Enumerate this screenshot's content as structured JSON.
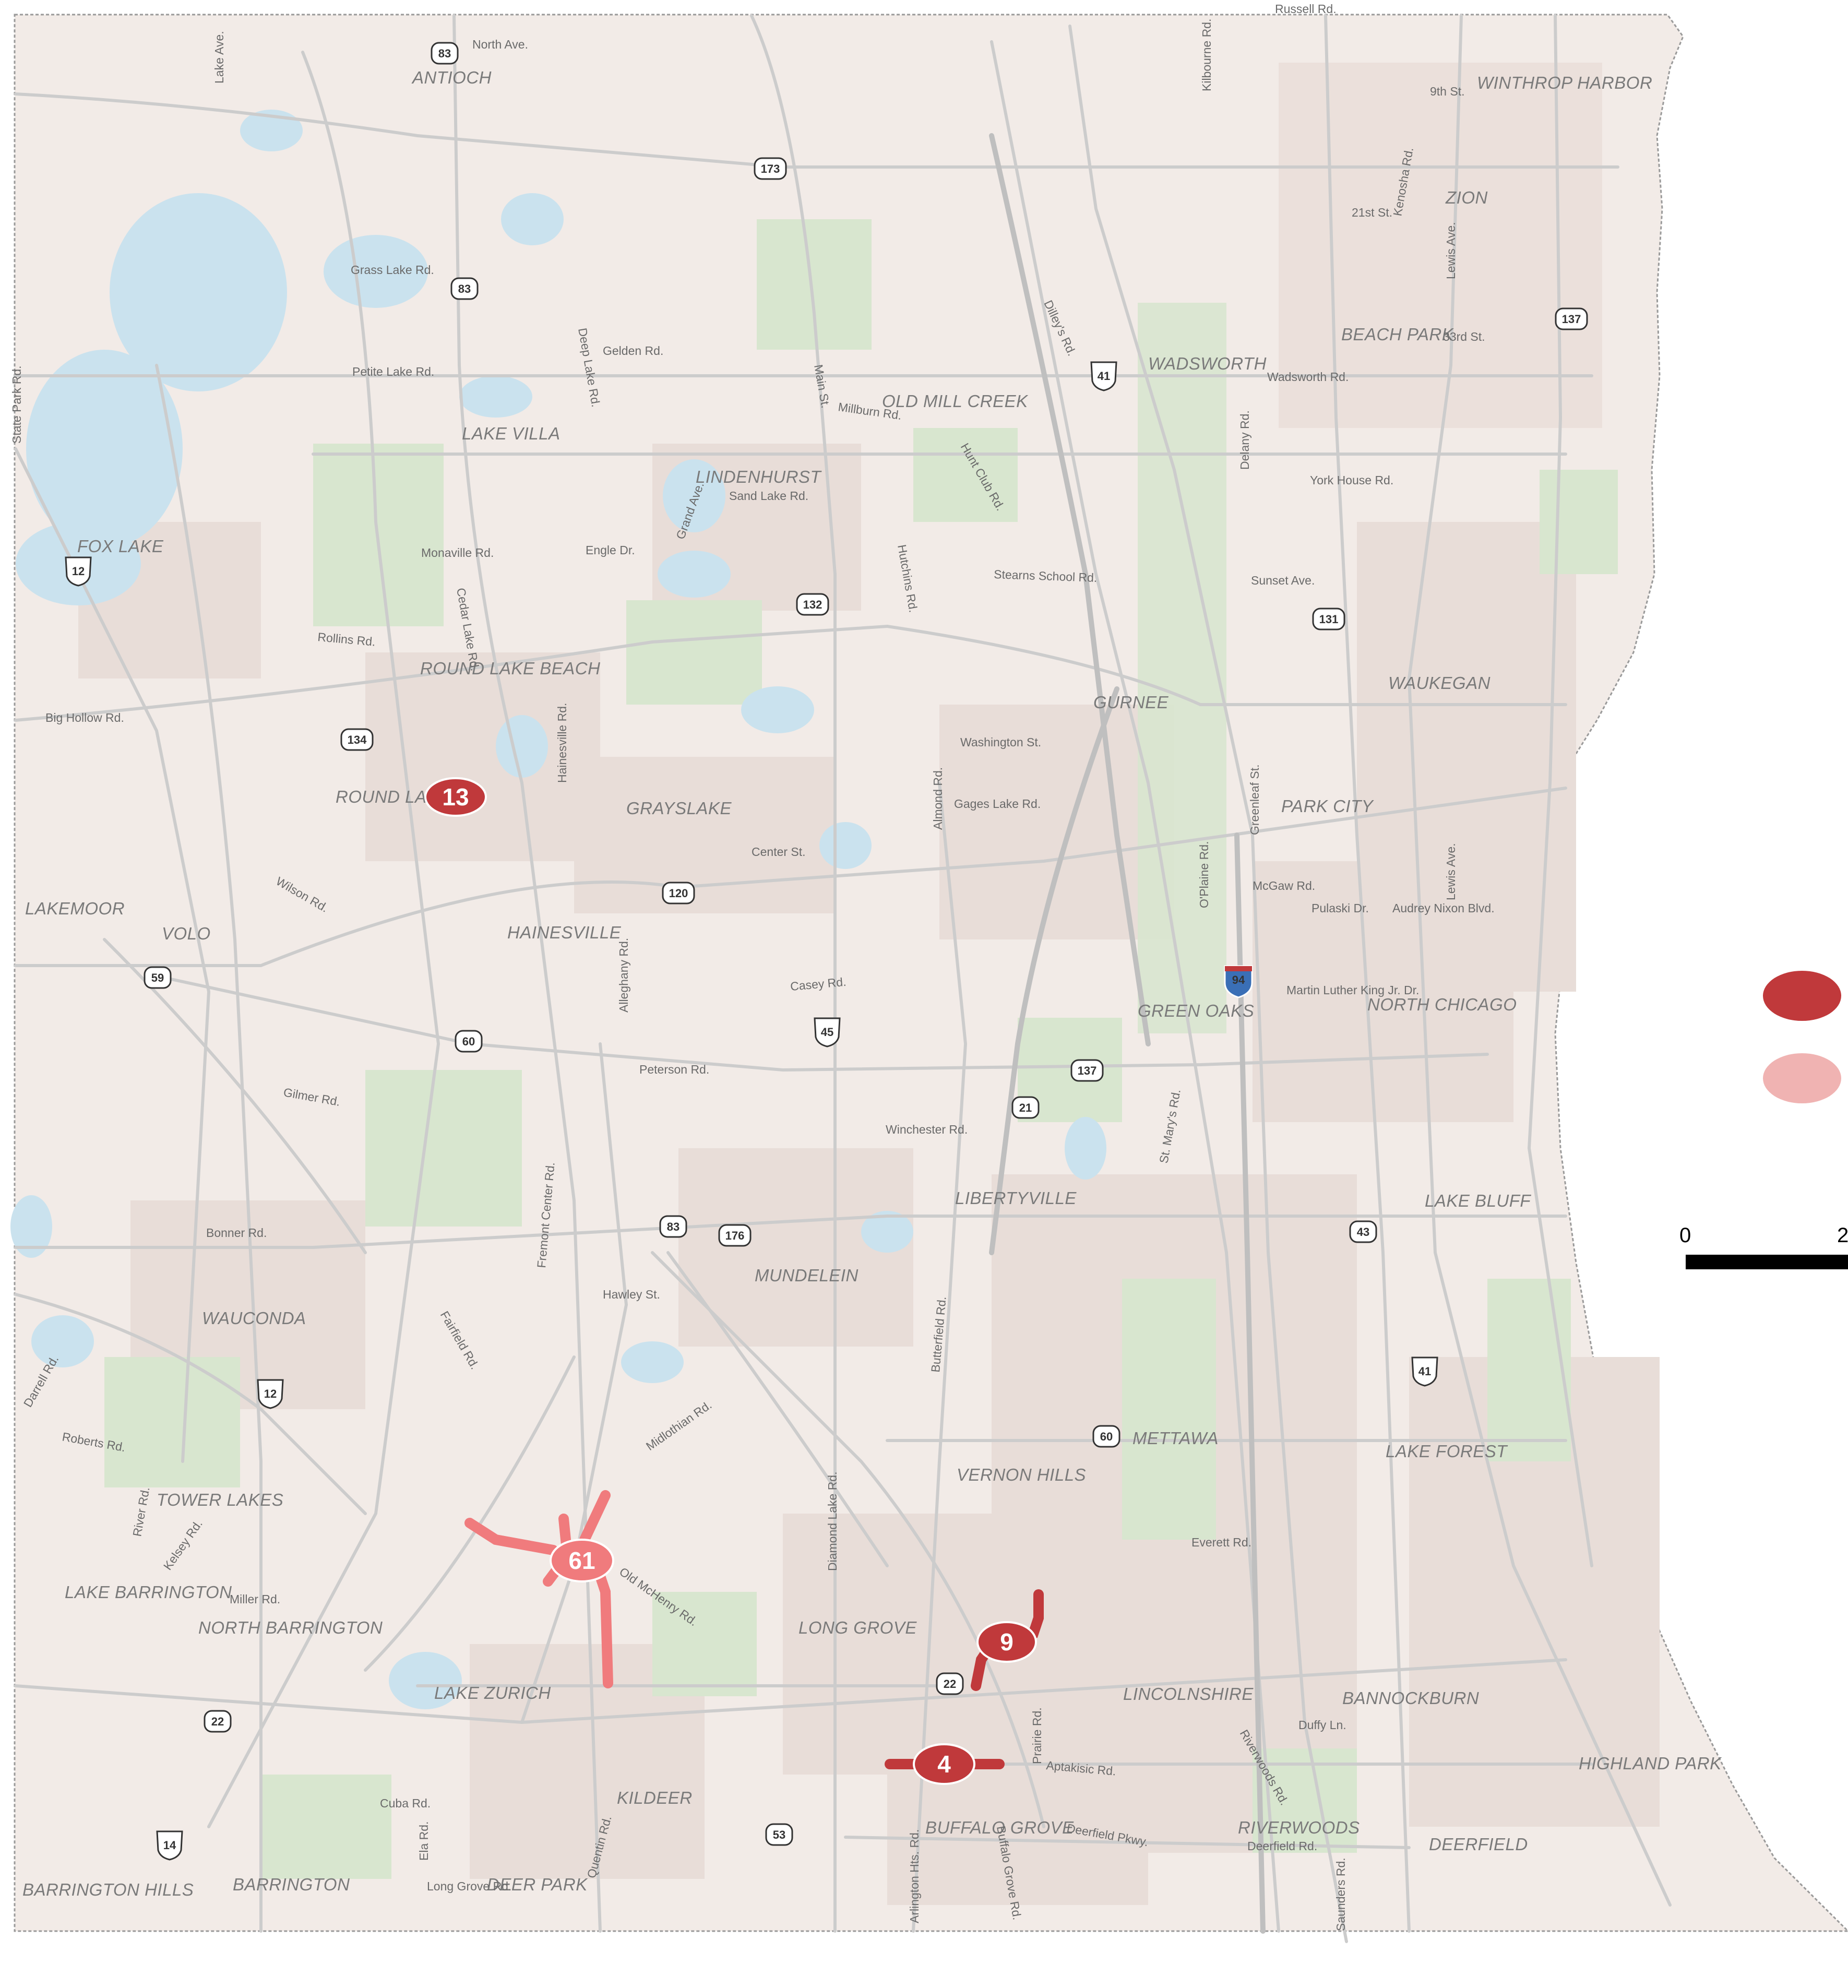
{
  "cities": [
    {
      "id": "antioch",
      "text": "ANTIOCH"
    },
    {
      "id": "winthrop-harbor",
      "text": "WINTHROP HARBOR"
    },
    {
      "id": "zion",
      "text": "ZION"
    },
    {
      "id": "beach-park",
      "text": "BEACH PARK"
    },
    {
      "id": "wadsworth",
      "text": "WADSWORTH"
    },
    {
      "id": "old-mill-creek",
      "text": "OLD MILL CREEK"
    },
    {
      "id": "lake-villa",
      "text": "LAKE VILLA"
    },
    {
      "id": "lindenhurst",
      "text": "LINDENHURST"
    },
    {
      "id": "fox-lake",
      "text": "FOX LAKE"
    },
    {
      "id": "round-lake-beach",
      "text": "ROUND LAKE BEACH"
    },
    {
      "id": "gurnee",
      "text": "GURNEE"
    },
    {
      "id": "waukegan",
      "text": "WAUKEGAN"
    },
    {
      "id": "round-lake",
      "text": "ROUND LAKE"
    },
    {
      "id": "grayslake",
      "text": "GRAYSLAKE"
    },
    {
      "id": "park-city",
      "text": "PARK CITY"
    },
    {
      "id": "lakemoor",
      "text": "LAKEMOOR"
    },
    {
      "id": "volo",
      "text": "VOLO"
    },
    {
      "id": "hainesville",
      "text": "HAINESVILLE"
    },
    {
      "id": "green-oaks",
      "text": "GREEN OAKS"
    },
    {
      "id": "north-chicago",
      "text": "NORTH CHICAGO"
    },
    {
      "id": "libertyville",
      "text": "LIBERTYVILLE"
    },
    {
      "id": "lake-bluff",
      "text": "LAKE BLUFF"
    },
    {
      "id": "mundelein",
      "text": "MUNDELEIN"
    },
    {
      "id": "wauconda",
      "text": "WAUCONDA"
    },
    {
      "id": "mettawa",
      "text": "METTAWA"
    },
    {
      "id": "lake-forest",
      "text": "LAKE FOREST"
    },
    {
      "id": "vernon-hills",
      "text": "VERNON HILLS"
    },
    {
      "id": "tower-lakes",
      "text": "TOWER LAKES"
    },
    {
      "id": "lake-barrington",
      "text": "LAKE BARRINGTON"
    },
    {
      "id": "north-barrington",
      "text": "NORTH BARRINGTON"
    },
    {
      "id": "long-grove",
      "text": "LONG GROVE"
    },
    {
      "id": "lake-zurich",
      "text": "LAKE ZURICH"
    },
    {
      "id": "lincolnshire",
      "text": "LINCOLNSHIRE"
    },
    {
      "id": "bannockburn",
      "text": "BANNOCKBURN"
    },
    {
      "id": "highland-park",
      "text": "HIGHLAND PARK"
    },
    {
      "id": "kildeer",
      "text": "KILDEER"
    },
    {
      "id": "buffalo-grove",
      "text": "BUFFALO GROVE"
    },
    {
      "id": "riverwoods",
      "text": "RIVERWOODS"
    },
    {
      "id": "deerfield",
      "text": "DEERFIELD"
    },
    {
      "id": "barrington-hills",
      "text": "BARRINGTON HILLS"
    },
    {
      "id": "barrington",
      "text": "BARRINGTON"
    },
    {
      "id": "deer-park",
      "text": "DEER PARK"
    }
  ],
  "roads": [
    {
      "id": "russell-rd",
      "text": "Russell Rd."
    },
    {
      "id": "north-ave",
      "text": "North Ave."
    },
    {
      "id": "9th-st",
      "text": "9th St."
    },
    {
      "id": "21st-st",
      "text": "21st St."
    },
    {
      "id": "33rd-st",
      "text": "33rd St."
    },
    {
      "id": "grass-lake-rd",
      "text": "Grass Lake Rd."
    },
    {
      "id": "gelden-rd",
      "text": "Gelden Rd."
    },
    {
      "id": "petite-lake-rd",
      "text": "Petite Lake Rd."
    },
    {
      "id": "wadsworth-rd",
      "text": "Wadsworth Rd."
    },
    {
      "id": "millburn-rd",
      "text": "Millburn Rd."
    },
    {
      "id": "sand-lake-rd",
      "text": "Sand Lake Rd."
    },
    {
      "id": "york-house-rd",
      "text": "York House Rd."
    },
    {
      "id": "monaville-rd",
      "text": "Monaville Rd."
    },
    {
      "id": "engle-dr",
      "text": "Engle Dr."
    },
    {
      "id": "stearns-school-rd",
      "text": "Stearns School Rd."
    },
    {
      "id": "sunset-ave",
      "text": "Sunset Ave."
    },
    {
      "id": "rollins-rd",
      "text": "Rollins Rd."
    },
    {
      "id": "big-hollow-rd",
      "text": "Big Hollow Rd."
    },
    {
      "id": "washington-st",
      "text": "Washington St."
    },
    {
      "id": "gages-lake-rd",
      "text": "Gages Lake Rd."
    },
    {
      "id": "center-st",
      "text": "Center St."
    },
    {
      "id": "pulaski-dr",
      "text": "Pulaski Dr."
    },
    {
      "id": "audrey-nixon-blvd",
      "text": "Audrey Nixon Blvd."
    },
    {
      "id": "mlk-dr",
      "text": "Martin Luther King Jr. Dr."
    },
    {
      "id": "peterson-rd",
      "text": "Peterson Rd."
    },
    {
      "id": "gilmer-rd",
      "text": "Gilmer Rd."
    },
    {
      "id": "winchester-rd",
      "text": "Winchester Rd."
    },
    {
      "id": "bonner-rd",
      "text": "Bonner Rd."
    },
    {
      "id": "hawley-st",
      "text": "Hawley St."
    },
    {
      "id": "roberts-rd",
      "text": "Roberts Rd."
    },
    {
      "id": "everett-rd",
      "text": "Everett Rd."
    },
    {
      "id": "miller-rd",
      "text": "Miller Rd."
    },
    {
      "id": "duffy-ln",
      "text": "Duffy Ln."
    },
    {
      "id": "aptakisic-rd",
      "text": "Aptakisic Rd."
    },
    {
      "id": "cuba-rd",
      "text": "Cuba Rd."
    },
    {
      "id": "deerfield-pkwy",
      "text": "Deerfield Pkwy."
    },
    {
      "id": "deerfield-rd",
      "text": "Deerfield Rd."
    },
    {
      "id": "long-grove-rd",
      "text": "Long Grove Rd."
    },
    {
      "id": "lake-ave",
      "text": "Lake Ave."
    },
    {
      "id": "kilbourne-rd",
      "text": "Kilbourne Rd."
    },
    {
      "id": "kenosha-rd",
      "text": "Kenosha Rd."
    },
    {
      "id": "lewis-ave-n",
      "text": "Lewis Ave."
    },
    {
      "id": "state-park-rd",
      "text": "State Park Rd."
    },
    {
      "id": "deep-lake-rd",
      "text": "Deep Lake Rd."
    },
    {
      "id": "main-st",
      "text": "Main St."
    },
    {
      "id": "dilleys-rd",
      "text": "Dilley's Rd."
    },
    {
      "id": "hunt-club-rd",
      "text": "Hunt Club Rd."
    },
    {
      "id": "delany-rd",
      "text": "Delany Rd."
    },
    {
      "id": "hutchins-rd",
      "text": "Hutchins Rd."
    },
    {
      "id": "cedar-lake-rd",
      "text": "Cedar Lake Rd."
    },
    {
      "id": "hainesville-rd",
      "text": "Hainesville Rd."
    },
    {
      "id": "almond-rd",
      "text": "Almond Rd."
    },
    {
      "id": "greenleaf-st",
      "text": "Greenleaf St."
    },
    {
      "id": "o-plaine-rd",
      "text": "O'Plaine Rd."
    },
    {
      "id": "lewis-ave-s",
      "text": "Lewis Ave."
    },
    {
      "id": "wilson-rd",
      "text": "Wilson Rd."
    },
    {
      "id": "alleghany-rd",
      "text": "Alleghany Rd."
    },
    {
      "id": "st-marys-rd",
      "text": "St. Mary's Rd."
    },
    {
      "id": "fremont-center-rd",
      "text": "Fremont Center Rd."
    },
    {
      "id": "fairfield-rd",
      "text": "Fairfield Rd."
    },
    {
      "id": "butterfield-rd",
      "text": "Butterfield Rd."
    },
    {
      "id": "midlothian-rd",
      "text": "Midlothian Rd."
    },
    {
      "id": "darrell-rd",
      "text": "Darrell Rd."
    },
    {
      "id": "river-rd",
      "text": "River Rd."
    },
    {
      "id": "kelsey-rd",
      "text": "Kelsey Rd."
    },
    {
      "id": "old-mchenry-rd",
      "text": "Old McHenry Rd."
    },
    {
      "id": "diamond-lake-rd",
      "text": "Diamond Lake Rd."
    },
    {
      "id": "prairie-rd",
      "text": "Prairie Rd."
    },
    {
      "id": "riverwoods-rd",
      "text": "Riverwoods Rd."
    },
    {
      "id": "ela-rd",
      "text": "Ela Rd."
    },
    {
      "id": "quentin-rd",
      "text": "Quentin Rd."
    },
    {
      "id": "arlington-hts-rd",
      "text": "Arlington Hts. Rd."
    },
    {
      "id": "buffalo-grove-rd",
      "text": "Buffalo Grove Rd."
    },
    {
      "id": "saunders-rd",
      "text": "Saunders Rd."
    },
    {
      "id": "casey-rd",
      "text": "Casey Rd."
    },
    {
      "id": "mcgaw-rd",
      "text": "McGaw Rd."
    },
    {
      "id": "grand-ave",
      "text": "Grand Ave."
    }
  ],
  "shields": [
    {
      "id": "83a",
      "text": "83",
      "kind": "state"
    },
    {
      "id": "173",
      "text": "173",
      "kind": "state"
    },
    {
      "id": "83b",
      "text": "83",
      "kind": "state"
    },
    {
      "id": "137a",
      "text": "137",
      "kind": "state"
    },
    {
      "id": "41a",
      "text": "41",
      "kind": "us"
    },
    {
      "id": "12a",
      "text": "12",
      "kind": "us"
    },
    {
      "id": "132",
      "text": "132",
      "kind": "state"
    },
    {
      "id": "131",
      "text": "131",
      "kind": "state"
    },
    {
      "id": "134",
      "text": "134",
      "kind": "state"
    },
    {
      "id": "120",
      "text": "120",
      "kind": "state"
    },
    {
      "id": "59",
      "text": "59",
      "kind": "state"
    },
    {
      "id": "94",
      "text": "94",
      "kind": "interstate"
    },
    {
      "id": "45",
      "text": "45",
      "kind": "us"
    },
    {
      "id": "60a",
      "text": "60",
      "kind": "state"
    },
    {
      "id": "137b",
      "text": "137",
      "kind": "state"
    },
    {
      "id": "21",
      "text": "21",
      "kind": "state"
    },
    {
      "id": "83c",
      "text": "83",
      "kind": "state"
    },
    {
      "id": "176",
      "text": "176",
      "kind": "state"
    },
    {
      "id": "43",
      "text": "43",
      "kind": "state"
    },
    {
      "id": "41b",
      "text": "41",
      "kind": "us"
    },
    {
      "id": "12b",
      "text": "12",
      "kind": "us"
    },
    {
      "id": "60b",
      "text": "60",
      "kind": "state"
    },
    {
      "id": "22a",
      "text": "22",
      "kind": "state"
    },
    {
      "id": "22b",
      "text": "22",
      "kind": "state"
    },
    {
      "id": "14",
      "text": "14",
      "kind": "us"
    },
    {
      "id": "53",
      "text": "53",
      "kind": "state"
    }
  ],
  "markers": [
    {
      "id": "13",
      "text": "13",
      "color": "#c0393b"
    },
    {
      "id": "61",
      "text": "61",
      "color": "#f07b7d"
    },
    {
      "id": "9",
      "text": "9",
      "color": "#c0393b"
    },
    {
      "id": "4",
      "text": "4",
      "color": "#c0393b"
    }
  ],
  "legend": {
    "swatches": [
      {
        "id": "dark",
        "color": "#c0393b"
      },
      {
        "id": "light",
        "color": "#f0b3b2"
      }
    ]
  },
  "scale": {
    "start": "0",
    "end_partial": "2"
  },
  "colors": {
    "land": "#f2ebe7",
    "lake": "#cae2ee",
    "park": "#d8e6cf",
    "urban": "#e8ddd8",
    "road": "#cccccc",
    "border": "#9a9a9a",
    "accent_dark": "#c0393b",
    "accent_light": "#f07b7d"
  }
}
